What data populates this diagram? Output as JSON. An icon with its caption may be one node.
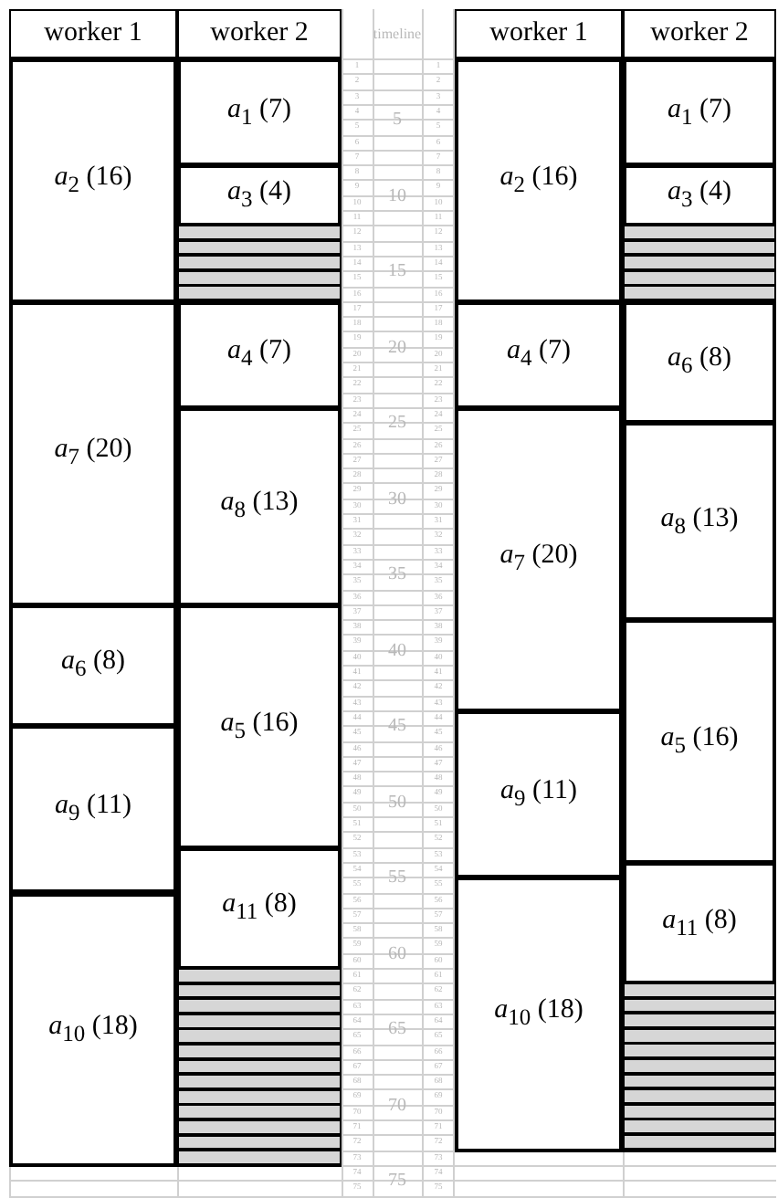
{
  "diagram": {
    "nodes": [
      {
        "text": [
          "*a*$_{2}$ (16)"
        ]
      },
      {
        "text": [
          "*a*$_{7}$ (20)"
        ]
      },
      {
        "text": [
          "*a*$_{6}$ (8)"
        ]
      },
      {
        "text": [
          "*a*$_{9}$ (11)"
        ]
      },
      {
        "text": [
          "*a*$_{10}$ (18)"
        ]
      },
      {
        "text": [
          "*a*$_{1}$ (7)"
        ]
      },
      {
        "text": [
          "*a*$_{3}$ (4)"
        ]
      },
      {
        "text": [],
        "shape": "bar"
      },
      {
        "text": [
          "*a*$_{4}$ (7)"
        ]
      },
      {
        "text": [
          "*a*$_{8}$ (13)"
        ]
      },
      {
        "text": [
          "*a*$_{5}$ (16)"
        ]
      },
      {
        "text": [
          "*a*$_{11}$ (8)"
        ]
      },
      {
        "text": [],
        "shape": "bar"
      },
      {
        "text": [
          "*a*$_{2}$ (16)"
        ]
      },
      {
        "text": [
          "*a*$_{4}$ (7)"
        ]
      },
      {
        "text": [
          "*a*$_{7}$ (20)"
        ]
      },
      {
        "text": [
          "*a*$_{9}$ (11)"
        ]
      },
      {
        "text": [
          "*a*$_{10}$ (18)"
        ]
      },
      {
        "text": [
          "*a*$_{1}$ (7)"
        ]
      },
      {
        "text": [
          "*a*$_{3}$ (4)"
        ]
      },
      {
        "text": [],
        "shape": "bar"
      },
      {
        "text": [
          "*a*$_{6}$ (8)"
        ]
      },
      {
        "text": [
          "*a*$_{8}$ (13)"
        ]
      },
      {
        "text": [
          "*a*$_{5}$ (16)"
        ]
      },
      {
        "text": [
          "*a*$_{11}$ (8)"
        ]
      },
      {
        "text": [],
        "shape": "bar"
      }
    ],
    "labels": [
      "worker 1",
      "worker 2",
      "timeline",
      "worker 1",
      "worker 2",
      "1",
      "1",
      "2",
      "2",
      "3",
      "3",
      "4",
      "4",
      "5",
      "5",
      "5",
      "6",
      "6",
      "7",
      "7",
      "8",
      "8",
      "9",
      "9",
      "10",
      "10",
      "10",
      "11",
      "11",
      "12",
      "12",
      "13",
      "13",
      "14",
      "14",
      "15",
      "15",
      "15",
      "16",
      "16",
      "17",
      "17",
      "18",
      "18",
      "19",
      "19",
      "20",
      "20",
      "20",
      "21",
      "21",
      "22",
      "22",
      "23",
      "23",
      "24",
      "24",
      "25",
      "25",
      "25",
      "26",
      "26",
      "27",
      "27",
      "28",
      "28",
      "29",
      "29",
      "30",
      "30",
      "30",
      "31",
      "31",
      "32",
      "32",
      "33",
      "33",
      "34",
      "34",
      "35",
      "35",
      "35",
      "36",
      "36",
      "37",
      "37",
      "38",
      "38",
      "39",
      "39",
      "40",
      "40",
      "40",
      "41",
      "41",
      "42",
      "42",
      "43",
      "43",
      "44",
      "44",
      "45",
      "45",
      "45",
      "46",
      "46",
      "47",
      "47",
      "48",
      "48",
      "49",
      "49",
      "50",
      "50",
      "50",
      "51",
      "51",
      "52",
      "52",
      "53",
      "53",
      "54",
      "54",
      "55",
      "55",
      "55",
      "56",
      "56",
      "57",
      "57",
      "58",
      "58",
      "59",
      "59",
      "60",
      "60",
      "60",
      "61",
      "61",
      "62",
      "62",
      "63",
      "63",
      "64",
      "64",
      "65",
      "65",
      "65",
      "66",
      "66",
      "67",
      "67",
      "68",
      "68",
      "69",
      "69",
      "70",
      "70",
      "70",
      "71",
      "71",
      "72",
      "72",
      "73",
      "73",
      "74",
      "74",
      "75",
      "75",
      "75"
    ]
  }
}
